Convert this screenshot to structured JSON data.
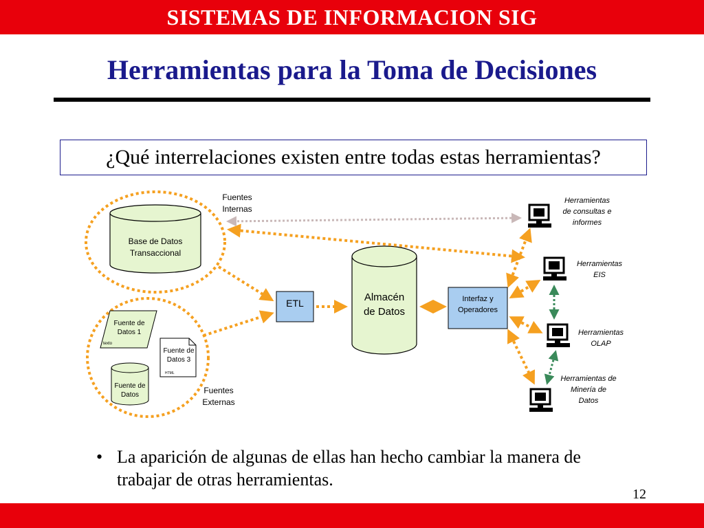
{
  "header": {
    "banner": "SISTEMAS DE INFORMACION SIG",
    "title": "Herramientas para la Toma de Decisiones"
  },
  "question": "¿Qué interrelaciones existen entre todas estas herramientas?",
  "diagram": {
    "fuentes_internas": [
      "Fuentes",
      "Internas"
    ],
    "fuentes_externas": [
      "Fuentes",
      "Externas"
    ],
    "bd_transaccional": [
      "Base de Datos",
      "Transaccional"
    ],
    "fuente_datos_1": [
      "Fuente de",
      "Datos 1"
    ],
    "fuente_datos_1_tag": "texto",
    "fuente_datos_3": [
      "Fuente de",
      "Datos 3"
    ],
    "fuente_datos_3_tag": "HTML",
    "fuente_datos": [
      "Fuente de",
      "Datos"
    ],
    "etl": "ETL",
    "almacen": [
      "Almacén",
      "de Datos"
    ],
    "interfaz": [
      "Interfaz y",
      "Operadores"
    ],
    "tools": {
      "consultas": [
        "Herramientas",
        "de consultas e",
        "informes"
      ],
      "eis": [
        "Herramientas",
        "EIS"
      ],
      "olap": [
        "Herramientas",
        "OLAP"
      ],
      "mineria": [
        "Herramientas de",
        "Minería de",
        "Datos"
      ]
    },
    "colors": {
      "arrow": "#f5a020",
      "cylinder_fill": "#e6f5d0",
      "box_fill": "#a9cdf0",
      "green_link": "#3a8a5a",
      "dotted_gray": "#c9b8b8"
    }
  },
  "bullet": "La aparición de algunas de ellas han hecho cambiar la manera de trabajar de otras herramientas.",
  "page_number": "12"
}
